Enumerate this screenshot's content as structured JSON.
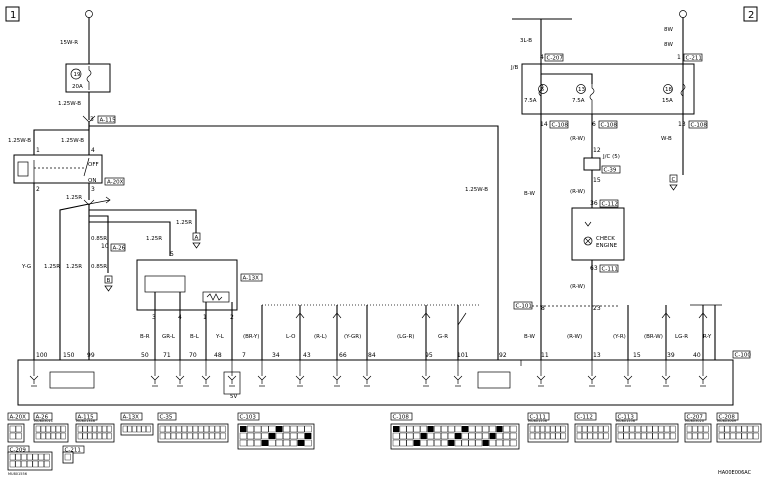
{
  "pages": {
    "left": "1",
    "right": "2"
  },
  "wires": {
    "w15nr": "15W-R",
    "w125wb_a": "1.25W-B",
    "w125wb_b": "1.25W-B",
    "w125wb_c": "1.25W-B",
    "w125wb_right": "1.25W-B",
    "w125r_a": "1.25R",
    "w125r_b": "1.25R",
    "w125r_c": "1.25R",
    "w125r_d": "1.25R",
    "w125r_e": "1.25R",
    "w085r_a": "0.85R",
    "w085r_b": "0.85R",
    "wyg": "Y-G",
    "w3lb": "3L-B",
    "w8w": "8W",
    "wbw_a": "B-W",
    "wbw_b": "B-W",
    "wrw_a": "(R-W)",
    "wrw_b": "(R-W)",
    "wrw_c": "(R-W)",
    "wrw_d": "(R-W)",
    "wwb": "W-B"
  },
  "fuses": {
    "f19": "19",
    "f19a": "20A",
    "f6": "6",
    "f6a": "7.5A",
    "f13": "13",
    "f13a": "7.5A",
    "f18": "18",
    "f18a": "15A"
  },
  "connectors": {
    "a115": "A-115",
    "a20x": "A-20X",
    "a26": "A-26",
    "a13x": "A-13X",
    "c207": "C-207",
    "c211": "C-211",
    "c108": "C-108",
    "c103": "C-103",
    "c39": "C-39",
    "c101": "C-101",
    "c112": "C-112",
    "c111": "C-111",
    "c100": "C-100"
  },
  "labels": {
    "jb": "J/B",
    "jc": "J/C (5)",
    "check1": "CHECK",
    "check2": "ENGINE",
    "sw_off": "OFF",
    "sw_on": "ON",
    "v5": "5V",
    "code": "HA00E006AC",
    "mark1": "1",
    "mark3": "3",
    "mark4": "4",
    "gnd_a": "A",
    "gnd_b": "B",
    "gnd_c": "C"
  },
  "pins": {
    "p3": "3",
    "p1": "1",
    "p4": "4",
    "p2": "2",
    "p3b": "3",
    "p10": "10",
    "p5": "5",
    "p4r": "4",
    "p1r": "1",
    "p6": "6",
    "p13": "13",
    "p18": "18",
    "p14": "14",
    "p6b": "6",
    "p13b": "13",
    "p12": "12",
    "p15": "15",
    "p36": "36",
    "p63": "63",
    "p8": "8",
    "p23": "23",
    "p3c": "3",
    "p4c": "4",
    "p1c": "1",
    "p2c": "2",
    "p5c": "5"
  },
  "bottom_wires": [
    "B-R",
    "GR-L",
    "B-L",
    "Y-L",
    "(BR-Y)",
    "L-O",
    "(R-L)",
    "(Y-GR)",
    "(LG-R)",
    "G-R",
    "B-W",
    "(R-W)",
    "(Y-R)",
    "(BR-W)",
    "LG-R",
    "R-Y"
  ],
  "ecu_pins": [
    "100",
    "150",
    "99",
    "50",
    "71",
    "70",
    "48",
    "7",
    "34",
    "43",
    "66",
    "84",
    "95",
    "101",
    "92",
    "11",
    "13",
    "15",
    "39",
    "40"
  ],
  "legend": [
    "A-20X",
    "A-26",
    "A-115",
    "A-13X",
    "C-35",
    "C-103",
    "C-108",
    "C-111",
    "C-112",
    "C-113",
    "C-207",
    "C-208",
    "C-209",
    "C-211"
  ],
  "legend_sub": [
    "MU803011",
    "MU801346",
    "MU801556",
    "MU801556",
    "MU803020",
    "MU803069",
    "MU801556"
  ]
}
